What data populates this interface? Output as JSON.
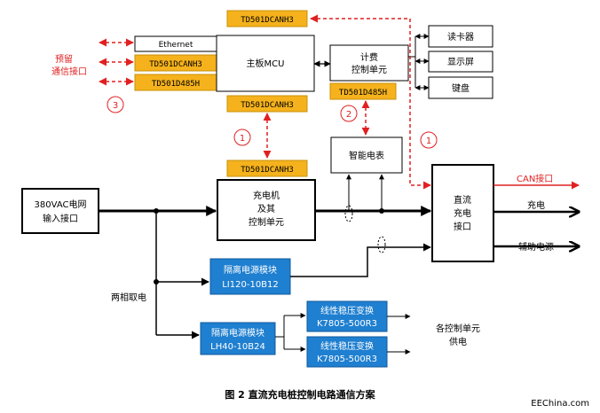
{
  "colors": {
    "orange": "#f5b21c",
    "blue": "#1f7fd0",
    "red": "#e02020",
    "black": "#000000"
  },
  "labels": {
    "ethernet": "Ethernet",
    "td_canh3_top": "TD501DCANH3",
    "td_canh3_left": "TD501DCANH3",
    "td_d485h_left": "TD501D485H",
    "main_mcu": "主板MCU",
    "td_canh3_under_mcu": "TD501DCANH3",
    "billing_line1": "计费",
    "billing_line2": "控制单元",
    "td_d485h_billing": "TD501D485H",
    "card_reader": "读卡器",
    "display": "显示屏",
    "keyboard": "键盘",
    "reserved_line1": "预留",
    "reserved_line2": "通信接口",
    "circle_3": "3",
    "circle_1_left": "1",
    "circle_2": "2",
    "circle_1_right": "1",
    "smart_meter": "智能电表",
    "td_canh3_charger": "TD501DCANH3",
    "grid_line1": "380VAC电网",
    "grid_line2": "输入接口",
    "charger_line1": "充电机",
    "charger_line2": "及其",
    "charger_line3": "控制单元",
    "dc_line1": "直流",
    "dc_line2": "充电",
    "dc_line3": "接口",
    "can_port": "CAN接口",
    "charging": "充电",
    "aux_power": "辅助电源",
    "iso1_line1": "隔离电源模块",
    "iso1_line2": "LI120-10B12",
    "two_phase": "两相取电",
    "iso2_line1": "隔离电源模块",
    "iso2_line2": "LH40-10B24",
    "reg1_line1": "线性稳压变换",
    "reg1_line2": "K7805-500R3",
    "reg2_line1": "线性稳压变换",
    "reg2_line2": "K7805-500R3",
    "supply_line1": "各控制单元",
    "supply_line2": "供电",
    "caption": "图 2 直流充电桩控制电路通信方案",
    "watermark": "EEChina.com"
  }
}
